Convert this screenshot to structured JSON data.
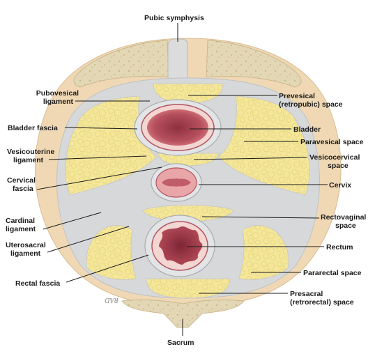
{
  "labels": {
    "pubic_symphysis": "Pubic symphysis",
    "pubovesical_ligament": [
      "Pubovesical",
      "ligament"
    ],
    "prevesical_space": [
      "Prevesical",
      "(retropubic) space"
    ],
    "bladder_fascia": "Bladder fascia",
    "bladder": "Bladder",
    "paravesical_space": "Paravesical space",
    "vesicouterine_ligament": [
      "Vesicouterine",
      "ligament"
    ],
    "vesicocervical_space": [
      "Vesicocervical",
      "space"
    ],
    "cervical_fascia": [
      "Cervical",
      "fascia"
    ],
    "cervix": "Cervix",
    "cardinal_ligament": [
      "Cardinal",
      "ligament"
    ],
    "rectovaginal_space": [
      "Rectovaginal",
      "space"
    ],
    "uterosacral_ligament": [
      "Uterosacral",
      "ligament"
    ],
    "rectum": "Rectum",
    "rectal_fascia": "Rectal fascia",
    "pararectal_space": "Pararectal space",
    "presacral_space": [
      "Presacral",
      "(retrorectal) space"
    ],
    "sacrum": "Sacrum"
  },
  "artist_signature": "RAD",
  "colors": {
    "bone": "#e3d7b5",
    "bone_edge": "#c9b98f",
    "pelvic_floor": "#f0d8b4",
    "fascia": "#d6d8da",
    "fat": "#f4e79a",
    "lumen": "#b0485a",
    "mucosa_light": "#e8a6a8",
    "ink": "#1a1a1a"
  }
}
